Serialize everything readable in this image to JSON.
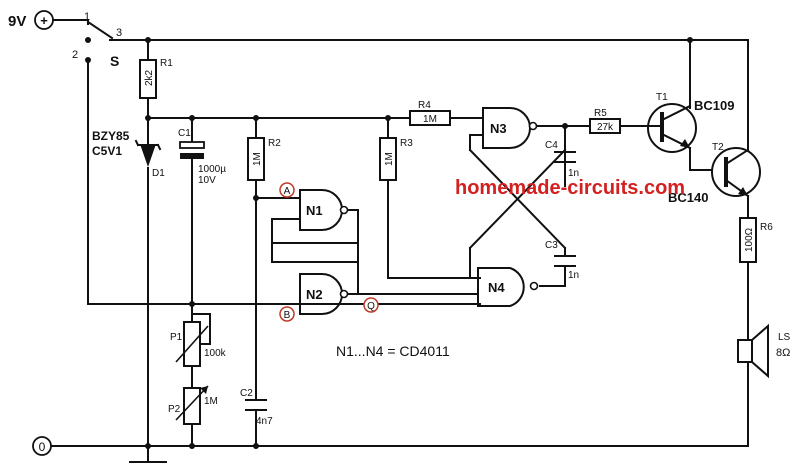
{
  "supply": {
    "label": "9V",
    "symbol": "+"
  },
  "ground": {
    "symbol": "0"
  },
  "switch": {
    "name": "S",
    "pin1": "1",
    "pin2": "2",
    "pin3": "3"
  },
  "zener": {
    "part": "BZY85",
    "value": "C5V1",
    "ref": "D1"
  },
  "resistors": {
    "r1": {
      "ref": "R1",
      "value": "2k2"
    },
    "r2": {
      "ref": "R2",
      "value": "1M"
    },
    "r3": {
      "ref": "R3",
      "value": "1M"
    },
    "r4": {
      "ref": "R4",
      "value": "1M"
    },
    "r5": {
      "ref": "R5",
      "value": "27k"
    },
    "r6": {
      "ref": "R6",
      "value": "100Ω"
    }
  },
  "capacitors": {
    "c1": {
      "ref": "C1",
      "value": "1000µ",
      "voltage": "10V"
    },
    "c2": {
      "ref": "C2",
      "value": "4n7"
    },
    "c3": {
      "ref": "C3",
      "value": "1n"
    },
    "c4": {
      "ref": "C4",
      "value": "1n"
    }
  },
  "pots": {
    "p1": {
      "ref": "P1",
      "value": "100k"
    },
    "p2": {
      "ref": "P2",
      "value": "1M"
    }
  },
  "transistors": {
    "t1": {
      "ref": "T1",
      "part": "BC109"
    },
    "t2": {
      "ref": "T2",
      "part": "BC140"
    }
  },
  "speaker": {
    "ref": "LS",
    "value": "8Ω"
  },
  "gates": {
    "n1": "N1",
    "n2": "N2",
    "n3": "N3",
    "n4": "N4"
  },
  "nodes": {
    "a": "A",
    "b": "B",
    "q": "Q"
  },
  "note": "N1...N4 = CD4011",
  "watermark": "homemade-circuits.com"
}
